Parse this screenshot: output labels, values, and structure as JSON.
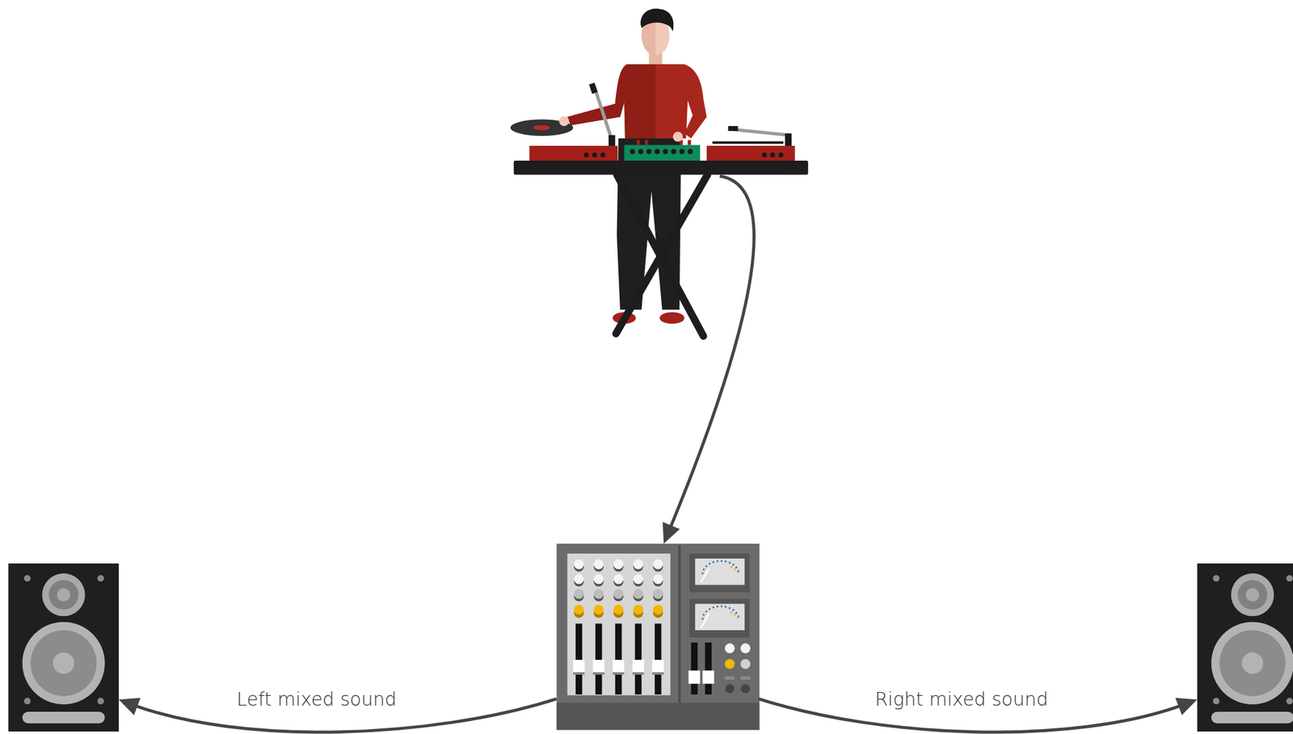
{
  "diagram": {
    "nodes": [
      {
        "text": []
      },
      {
        "text": []
      },
      {
        "text": []
      },
      {
        "text": []
      }
    ],
    "edges": [
      {
        "from": 0,
        "to": 2,
        "arrow": "to"
      },
      {
        "from": 2,
        "to": 1,
        "label": "Left mixed sound",
        "arrow": "to"
      },
      {
        "from": 2,
        "to": 3,
        "label": "Right mixed sound",
        "arrow": "to"
      }
    ]
  }
}
